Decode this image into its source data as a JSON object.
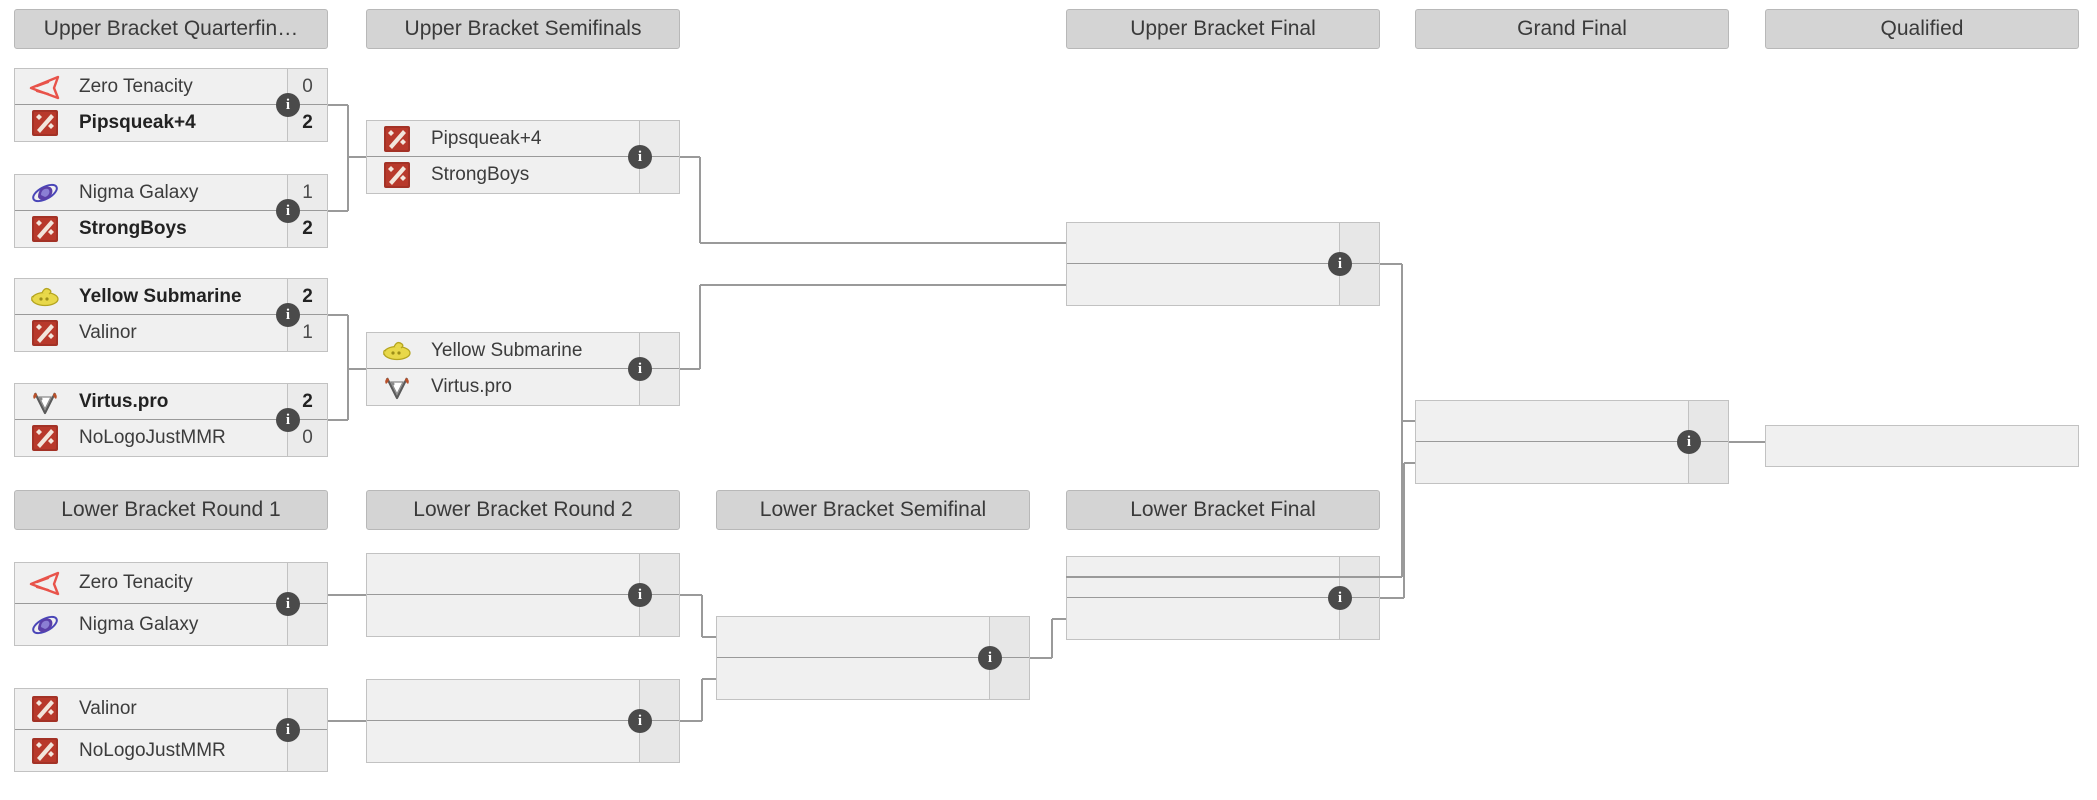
{
  "page": {
    "title": "Tournament Bracket",
    "background": "#ffffff",
    "line_color": "#9a9a9a",
    "header_bg": "#d4d4d4",
    "match_bg": "#f0f0f0",
    "info_icon": "info-icon",
    "info_glyph": "i"
  },
  "headers": [
    {
      "id": "ub-qf",
      "label": "Upper Bracket Quarterfin…",
      "full": "Upper Bracket Quarterfinals"
    },
    {
      "id": "ub-sf",
      "label": "Upper Bracket Semifinals"
    },
    {
      "id": "ub-f",
      "label": "Upper Bracket Final"
    },
    {
      "id": "gf",
      "label": "Grand Final"
    },
    {
      "id": "qual",
      "label": "Qualified"
    },
    {
      "id": "lb-r1",
      "label": "Lower Bracket Round 1"
    },
    {
      "id": "lb-r2",
      "label": "Lower Bracket Round 2"
    },
    {
      "id": "lb-sf",
      "label": "Lower Bracket Semifinal"
    },
    {
      "id": "lb-f",
      "label": "Lower Bracket Final"
    }
  ],
  "matches": [
    {
      "id": "ubqf1",
      "round": "ub-qf",
      "top": {
        "team": "Zero Tenacity",
        "score": "0",
        "winner": false,
        "logo": "zero-tenacity-logo"
      },
      "bottom": {
        "team": "Pipsqueak+4",
        "score": "2",
        "winner": true,
        "logo": "dota-default-logo"
      }
    },
    {
      "id": "ubqf2",
      "round": "ub-qf",
      "top": {
        "team": "Nigma Galaxy",
        "score": "1",
        "winner": false,
        "logo": "nigma-galaxy-logo"
      },
      "bottom": {
        "team": "StrongBoys",
        "score": "2",
        "winner": true,
        "logo": "dota-default-logo"
      }
    },
    {
      "id": "ubqf3",
      "round": "ub-qf",
      "top": {
        "team": "Yellow Submarine",
        "score": "2",
        "winner": true,
        "logo": "yellow-submarine-logo"
      },
      "bottom": {
        "team": "Valinor",
        "score": "1",
        "winner": false,
        "logo": "dota-default-logo"
      }
    },
    {
      "id": "ubqf4",
      "round": "ub-qf",
      "top": {
        "team": "Virtus.pro",
        "score": "2",
        "winner": true,
        "logo": "virtus-pro-logo"
      },
      "bottom": {
        "team": "NoLogoJustMMR",
        "score": "0",
        "winner": false,
        "logo": "dota-default-logo"
      }
    },
    {
      "id": "ubsf1",
      "round": "ub-sf",
      "top": {
        "team": "Pipsqueak+4",
        "score": "",
        "winner": false,
        "logo": "dota-default-logo"
      },
      "bottom": {
        "team": "StrongBoys",
        "score": "",
        "winner": false,
        "logo": "dota-default-logo"
      }
    },
    {
      "id": "ubsf2",
      "round": "ub-sf",
      "top": {
        "team": "Yellow Submarine",
        "score": "",
        "winner": false,
        "logo": "yellow-submarine-logo"
      },
      "bottom": {
        "team": "Virtus.pro",
        "score": "",
        "winner": false,
        "logo": "virtus-pro-logo"
      }
    },
    {
      "id": "ubf",
      "round": "ub-f",
      "top": {
        "team": "",
        "score": "",
        "winner": false,
        "logo": ""
      },
      "bottom": {
        "team": "",
        "score": "",
        "winner": false,
        "logo": ""
      }
    },
    {
      "id": "gf",
      "round": "gf",
      "top": {
        "team": "",
        "score": "",
        "winner": false,
        "logo": ""
      },
      "bottom": {
        "team": "",
        "score": "",
        "winner": false,
        "logo": ""
      }
    },
    {
      "id": "lbr1a",
      "round": "lb-r1",
      "top": {
        "team": "Zero Tenacity",
        "score": "",
        "winner": false,
        "logo": "zero-tenacity-logo"
      },
      "bottom": {
        "team": "Nigma Galaxy",
        "score": "",
        "winner": false,
        "logo": "nigma-galaxy-logo"
      }
    },
    {
      "id": "lbr1b",
      "round": "lb-r1",
      "top": {
        "team": "Valinor",
        "score": "",
        "winner": false,
        "logo": "dota-default-logo"
      },
      "bottom": {
        "team": "NoLogoJustMMR",
        "score": "",
        "winner": false,
        "logo": "dota-default-logo"
      }
    },
    {
      "id": "lbr2a",
      "round": "lb-r2",
      "top": {
        "team": "",
        "score": "",
        "winner": false,
        "logo": ""
      },
      "bottom": {
        "team": "",
        "score": "",
        "winner": false,
        "logo": ""
      }
    },
    {
      "id": "lbr2b",
      "round": "lb-r2",
      "top": {
        "team": "",
        "score": "",
        "winner": false,
        "logo": ""
      },
      "bottom": {
        "team": "",
        "score": "",
        "winner": false,
        "logo": ""
      }
    },
    {
      "id": "lbsf",
      "round": "lb-sf",
      "top": {
        "team": "",
        "score": "",
        "winner": false,
        "logo": ""
      },
      "bottom": {
        "team": "",
        "score": "",
        "winner": false,
        "logo": ""
      }
    },
    {
      "id": "lbf",
      "round": "lb-f",
      "top": {
        "team": "",
        "score": "",
        "winner": false,
        "logo": ""
      },
      "bottom": {
        "team": "",
        "score": "",
        "winner": false,
        "logo": ""
      }
    }
  ],
  "qualified_slot": {
    "id": "qualified-slot",
    "team": ""
  }
}
